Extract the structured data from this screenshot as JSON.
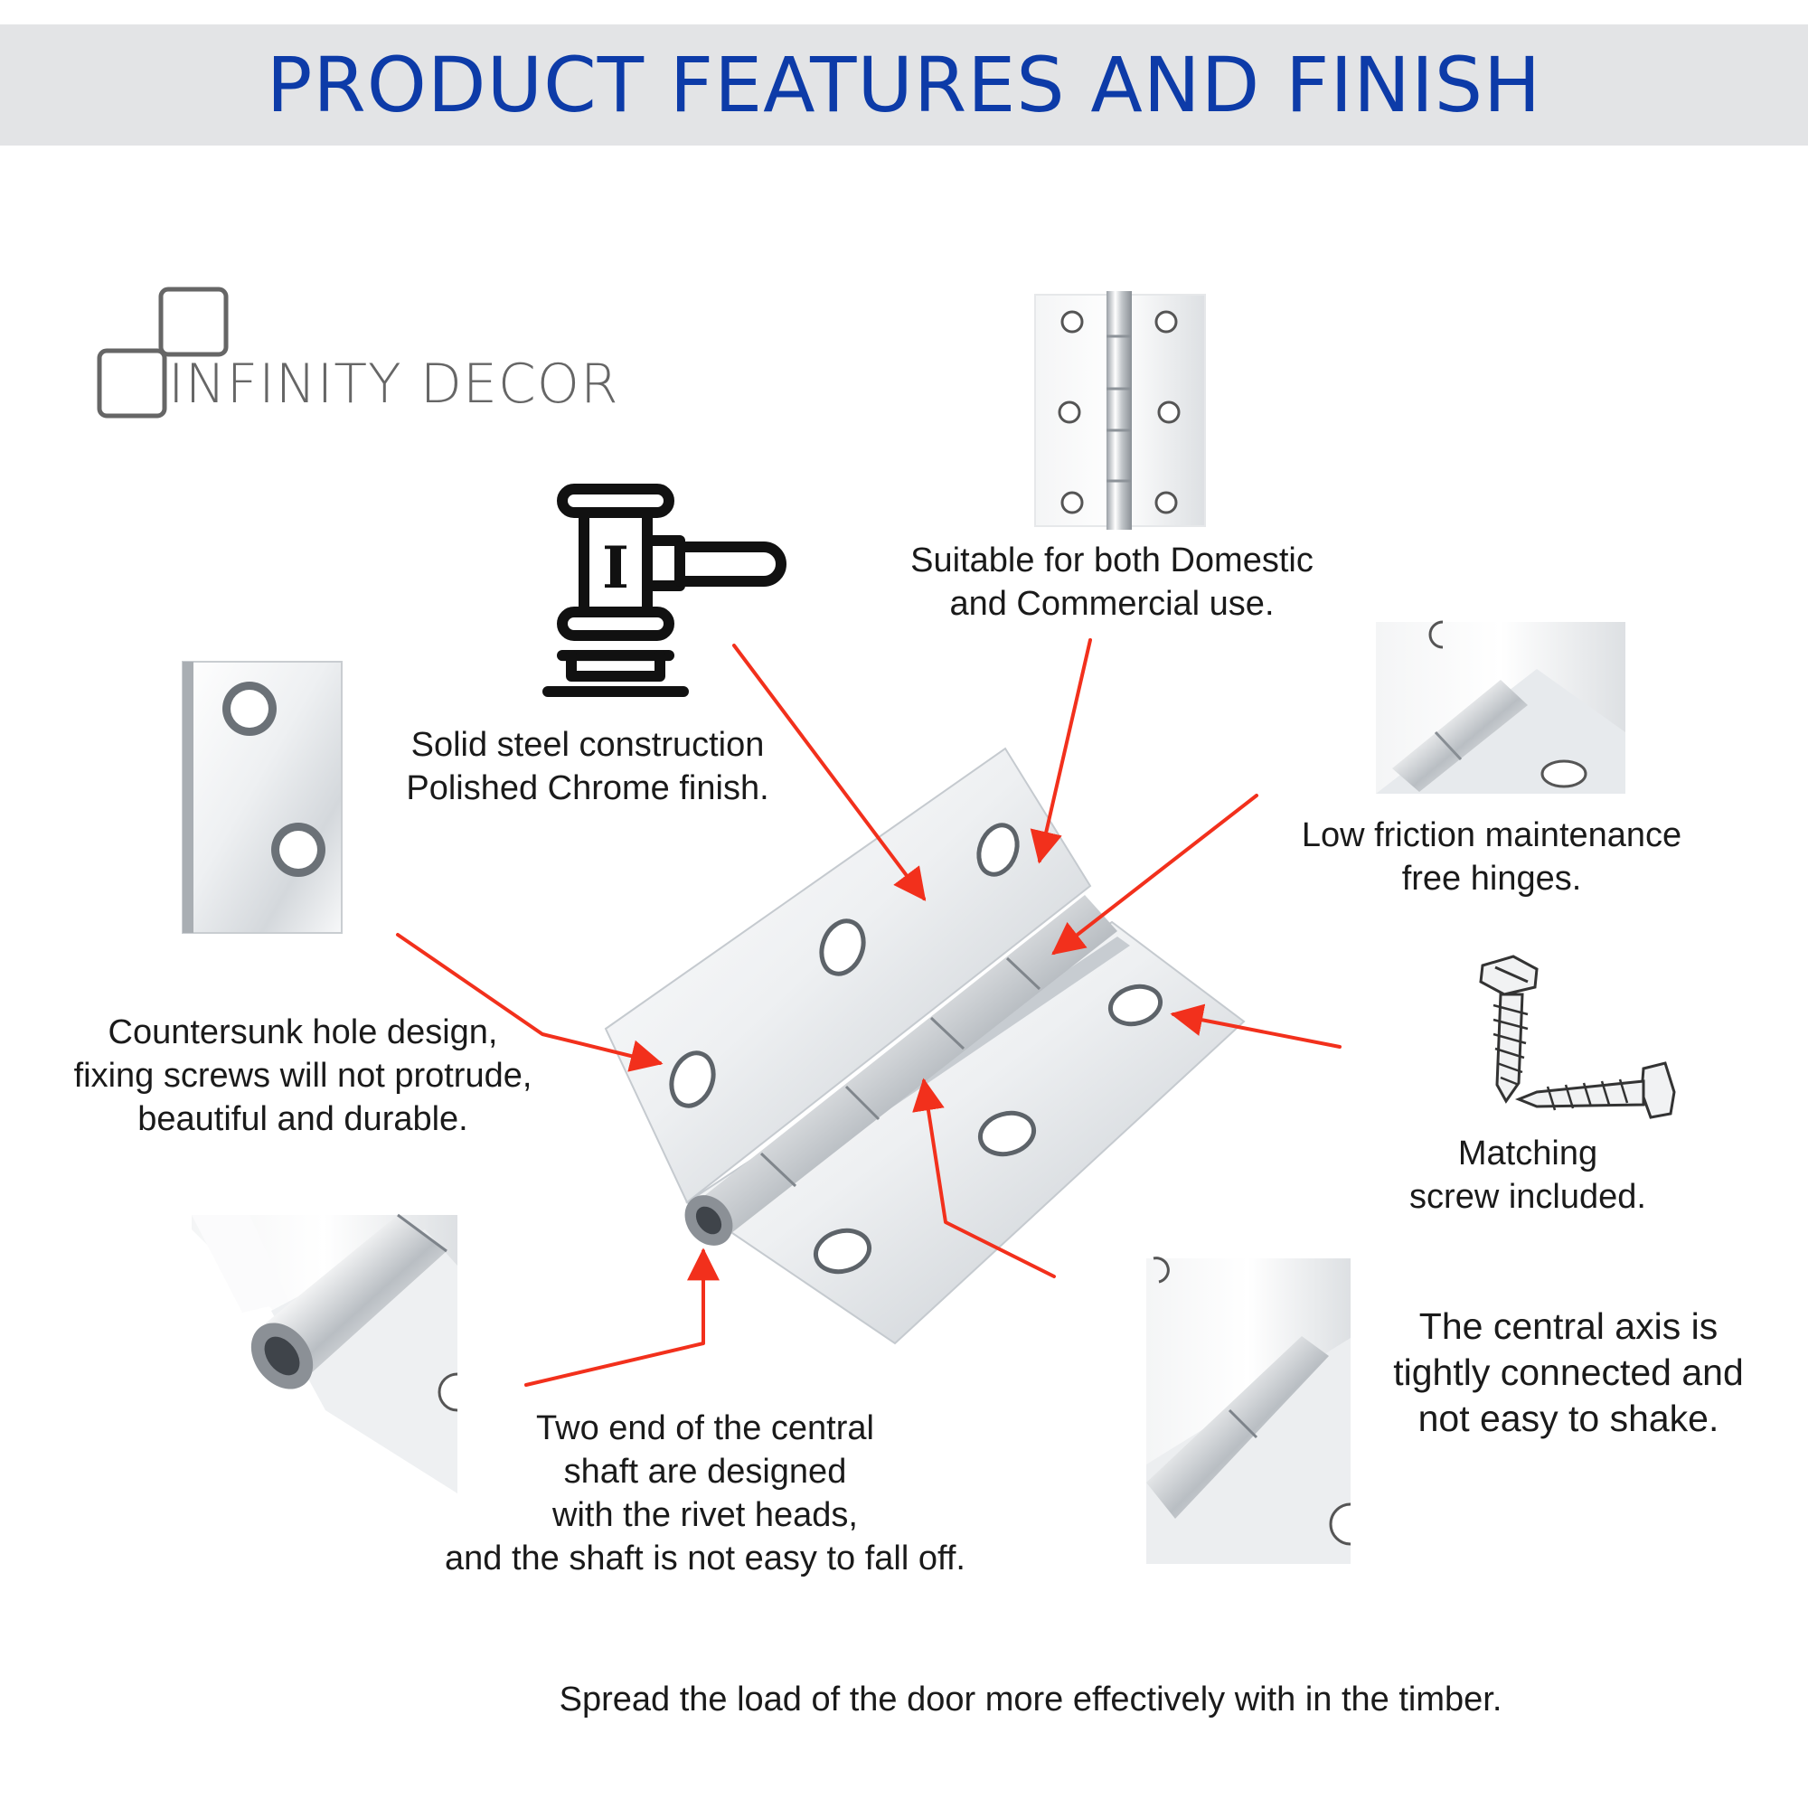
{
  "header": {
    "title": "PRODUCT FEATURES AND FINISH",
    "title_color": "#0d3ba8",
    "banner_color": "#e3e4e6"
  },
  "logo": {
    "text": "INFINITY DECOR"
  },
  "callouts": {
    "solid_steel": [
      "Solid steel construction",
      "Polished Chrome finish."
    ],
    "domestic": [
      "Suitable for both Domestic",
      "and Commercial use."
    ],
    "low_friction": [
      "Low friction maintenance",
      "free hinges."
    ],
    "countersunk": [
      "Countersunk hole design,",
      "fixing screws will not protrude,",
      "beautiful and durable."
    ],
    "matching_screw": [
      "Matching",
      "screw included."
    ],
    "central_axis": [
      "The central axis is",
      "tightly connected and",
      "not easy to shake."
    ],
    "rivet_heads": [
      "Two end of the central",
      "shaft are designed",
      "with the rivet heads,",
      "and the shaft is not easy to fall off."
    ],
    "spread_load": "Spread the load of the door more effectively with in the timber."
  },
  "icons": [
    "gavel-icon",
    "hinge-icon",
    "screw-icon",
    "logo-squares-icon"
  ],
  "arrow_color": "#f2301c"
}
